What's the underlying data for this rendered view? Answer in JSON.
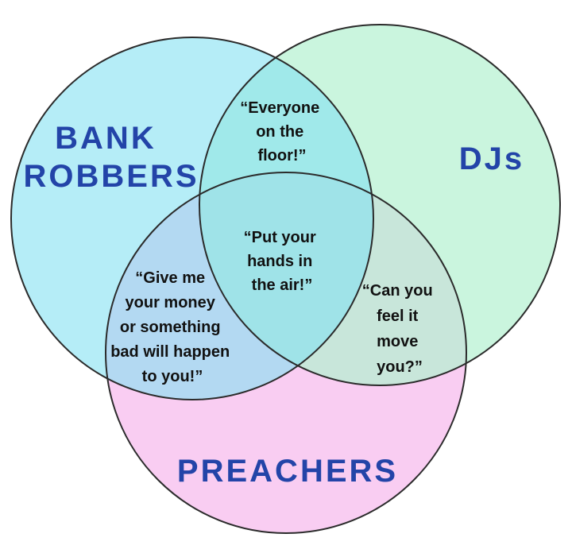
{
  "colors": {
    "outline": "#2b2b2b",
    "label": "#2344a8",
    "bank_robbers_fill": "#84e1f2",
    "djs_fill": "#b3f1d0",
    "preachers_fill": "#f9cdf2"
  },
  "sets": {
    "bank_robbers": {
      "lines": [
        "BANK",
        "ROBBERS"
      ]
    },
    "djs": {
      "lines": [
        "DJs"
      ]
    },
    "preachers": {
      "lines": [
        "PREACHERS"
      ]
    }
  },
  "regions": {
    "bank_robbers_djs": {
      "lines": [
        "“Everyone",
        "on the",
        "floor!”"
      ]
    },
    "bank_robbers_preachers": {
      "lines": [
        "“Give me",
        "your money",
        "or something",
        "bad will happen",
        "to you!”"
      ]
    },
    "djs_preachers": {
      "lines": [
        "“Can you",
        "feel it",
        "move",
        "you?”"
      ]
    },
    "all_three": {
      "lines": [
        "“Put your",
        "hands in",
        "the air!”"
      ]
    }
  }
}
